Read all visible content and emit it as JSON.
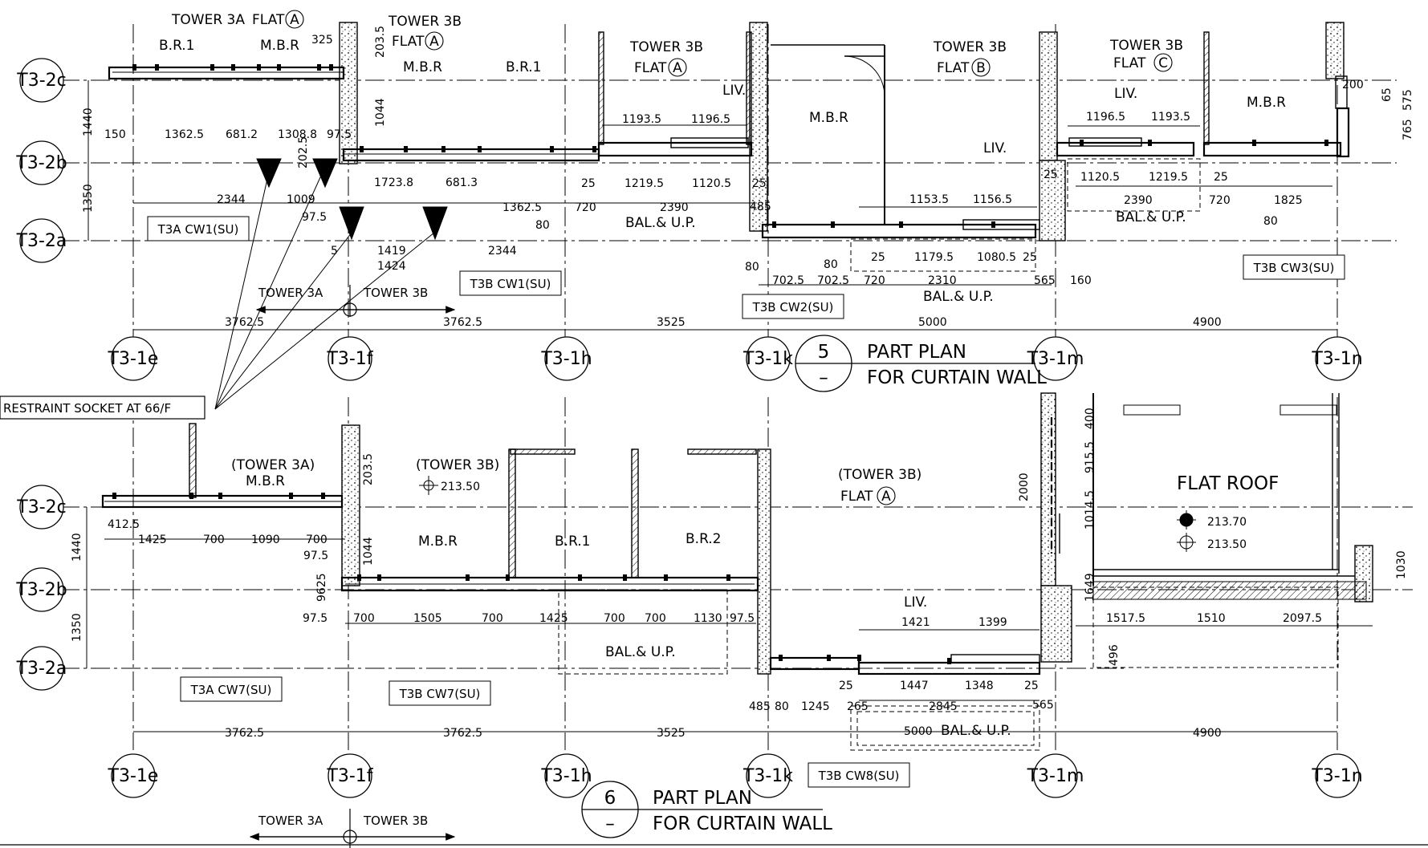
{
  "drawing": {
    "colors": {
      "line": "#000000",
      "background": "#ffffff",
      "hatch": "#d8d8d8"
    },
    "grid_rows_top": [
      "T3-2c",
      "T3-2b",
      "T3-2a"
    ],
    "grid_rows_bottom": [
      "T3-2c",
      "T3-2b",
      "T3-2a"
    ],
    "grid_cols": [
      "T3-1e",
      "T3-1f",
      "T3-1h",
      "T3-1k",
      "T3-1m",
      "T3-1n"
    ],
    "plan5": {
      "number": "5",
      "dash": "–",
      "title_line1": "PART PLAN",
      "title_line2": "FOR CURTAIN WALL",
      "restraint_label": "RESTRAINT SOCKET AT 66/F",
      "tower_a": "TOWER 3A",
      "tower_b": "TOWER 3B",
      "cw_tags": [
        "T3A CW1(SU)",
        "T3B CW1(SU)",
        "T3B CW2(SU)",
        "T3B CW3(SU)"
      ],
      "room_texts": [
        "TOWER 3A",
        "FLAT",
        "A",
        "B.R.1",
        "M.B.R",
        "TOWER 3B",
        "FLAT",
        "A",
        "M.B.R",
        "B.R.1",
        "TOWER 3B",
        "FLAT",
        "A",
        "LIV.",
        "M.B.R",
        "TOWER 3B",
        "FLAT",
        "B",
        "LIV.",
        "TOWER 3B",
        "FLAT",
        "C",
        "LIV.",
        "M.B.R",
        "BAL.& U.P.",
        "BAL.& U.P.",
        "BAL.& U.P."
      ],
      "dims": [
        "325",
        "203.5",
        "1044",
        "1440",
        "1350",
        "150",
        "1362.5",
        "681.2",
        "1308.8",
        "97.5",
        "202.5",
        "1723.8",
        "681.3",
        "2344",
        "1009",
        "97.5",
        "5",
        "1419",
        "1424",
        "2344",
        "1362.5",
        "80",
        "720",
        "1193.5",
        "1196.5",
        "1219.5",
        "1120.5",
        "25",
        "2390",
        "25",
        "485",
        "80",
        "702.5",
        "702.5",
        "80",
        "720",
        "25",
        "1153.5",
        "1156.5",
        "1179.5",
        "1080.5",
        "25",
        "2310",
        "565",
        "160",
        "25",
        "1196.5",
        "1193.5",
        "1120.5",
        "1219.5",
        "25",
        "2390",
        "720",
        "1825",
        "80",
        "200",
        "65",
        "575",
        "765",
        "3762.5",
        "3762.5",
        "3525",
        "5000",
        "4900"
      ]
    },
    "plan6": {
      "number": "6",
      "dash": "–",
      "title_line1": "PART PLAN",
      "title_line2": "FOR CURTAIN WALL",
      "tower_a": "TOWER 3A",
      "tower_b": "TOWER 3B",
      "cw_tags": [
        "T3A CW7(SU)",
        "T3B CW7(SU)",
        "T3B CW8(SU)"
      ],
      "room_texts": [
        "(TOWER 3A)",
        "M.B.R",
        "(TOWER 3B)",
        "M.B.R",
        "B.R.1",
        "B.R.2",
        "(TOWER 3B)",
        "FLAT",
        "A",
        "LIV.",
        "FLAT ROOF",
        "BAL.& U.P.",
        "BAL.& U.P."
      ],
      "levels": [
        "213.50",
        "213.70",
        "213.50"
      ],
      "dims": [
        "412.5",
        "1425",
        "700",
        "1090",
        "700",
        "97.5",
        "203.5",
        "1044",
        "1440",
        "1350",
        "9625",
        "97.5",
        "700",
        "1505",
        "700",
        "1425",
        "700",
        "700",
        "1130",
        "97.5",
        "485",
        "80",
        "1245",
        "265",
        "1421",
        "1399",
        "1447",
        "1348",
        "25",
        "25",
        "2845",
        "565",
        "5000",
        "400",
        "915.5",
        "1014.5",
        "2000",
        "1649",
        "496",
        "1517.5",
        "1510",
        "2097.5",
        "1030",
        "3762.5",
        "3762.5",
        "3525",
        "4900"
      ]
    }
  }
}
